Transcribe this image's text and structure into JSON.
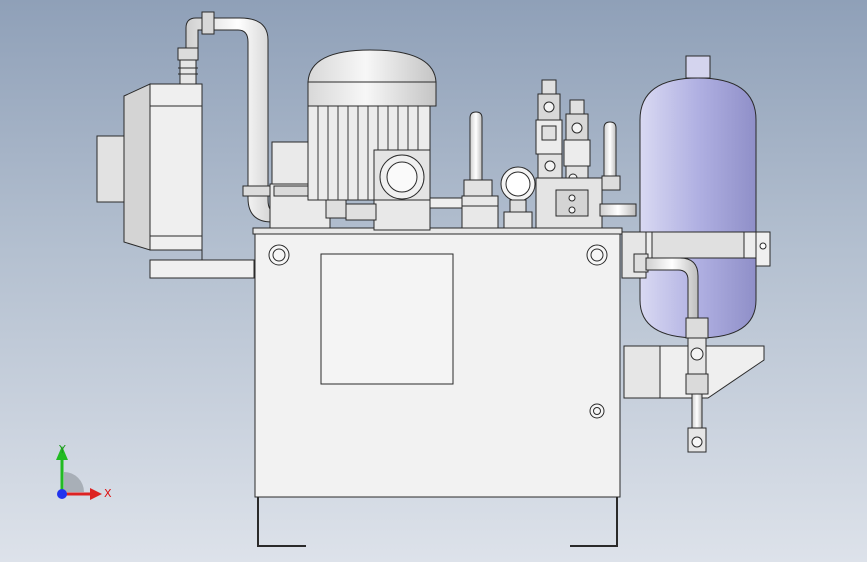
{
  "view": {
    "type": "3d-cad-viewport",
    "background_top": "#8fa0b8",
    "background_bottom": "#dde2ea",
    "model_subject": "hydraulic-power-unit"
  },
  "triad": {
    "y_label": "Y",
    "x_label": "X",
    "y_color": "#22bb22",
    "x_color": "#dd2222",
    "z_color": "#2233ee"
  },
  "colors": {
    "line": "#2a2a2a",
    "body": "#f2f2f2",
    "accumulator": "#b9b9e6",
    "pipe": "#e9e9e9"
  }
}
